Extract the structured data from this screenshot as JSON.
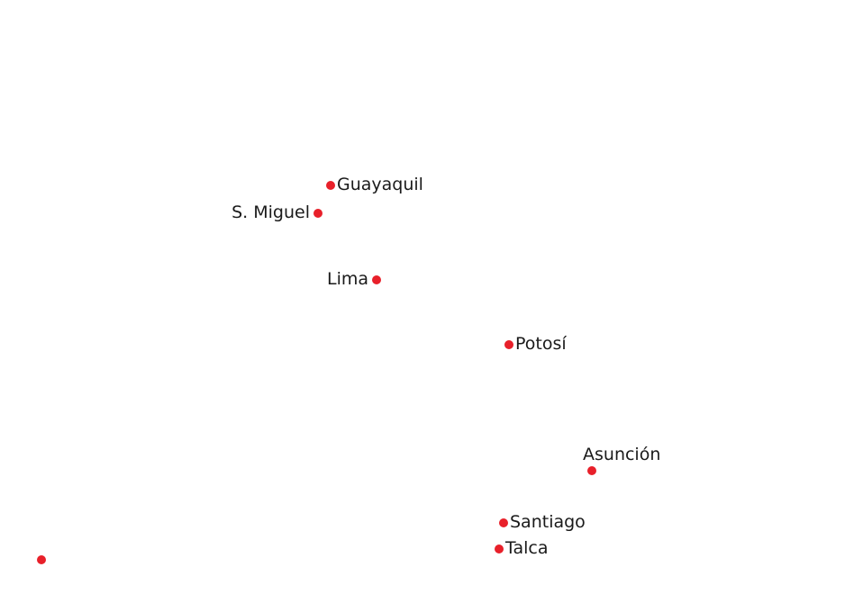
{
  "map": {
    "dot_color": "#e8202a",
    "cities": [
      {
        "name": "Guayaquil",
        "label_side": "right"
      },
      {
        "name": "S. Miguel",
        "label_side": "left"
      },
      {
        "name": "Lima",
        "label_side": "left"
      },
      {
        "name": "Potosí",
        "label_side": "right"
      },
      {
        "name": "Asunción",
        "label_side": "above"
      },
      {
        "name": "Santiago",
        "label_side": "right"
      },
      {
        "name": "Talca",
        "label_side": "right"
      },
      {
        "name": "",
        "label_side": "none"
      }
    ]
  }
}
